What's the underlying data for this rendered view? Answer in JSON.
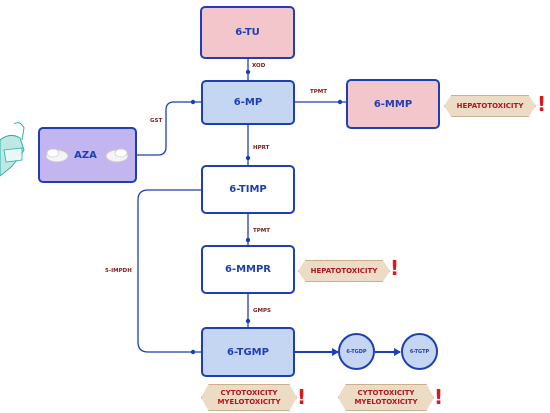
{
  "nodes": {
    "tu": "6-TU",
    "mp": "6-MP",
    "mmp": "6-MMP",
    "aza": "AZA",
    "timp": "6-TIMP",
    "mmpr": "6-MMPR",
    "tgmp": "6-TGMP",
    "tgdp": "6-TGDP",
    "tgtp": "6-TGTP"
  },
  "enzymes": {
    "xod": "XOD",
    "tpmt_mp": "TPMT",
    "gst": "GST",
    "hprt": "HPRT",
    "tpmt_timp": "TPMT",
    "impdh": "5-IMPDH",
    "gmps": "GMPS"
  },
  "toxicities": {
    "hepato_mmp": "HEPATOTOXICITY",
    "hepato_mmpr": "HEPATOTOXICITY",
    "tgmp_1": "CYTOTOXICITY",
    "tgmp_2": "MYELOTOXICITY",
    "tgn_1": "CYTOTOXICITY",
    "tgn_2": "MYELOTOXICITY"
  },
  "warning_glyph": "!",
  "colors": {
    "line": "#1e3fb3",
    "pink": "#f3c6cb",
    "blue": "#c5d6f2",
    "purple": "#c3b5ef",
    "toxicity_bg": "#ecdcc6",
    "toxicity_text": "#b3141b",
    "enzyme_text": "#7a1a1a",
    "warning": "#d91a1a"
  }
}
